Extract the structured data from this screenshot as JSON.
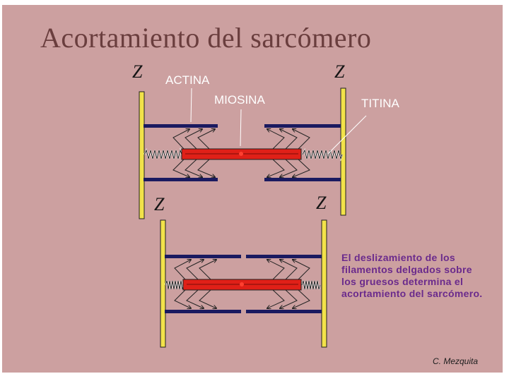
{
  "title": "Acortamiento del sarcómero",
  "corner_text": "",
  "labels": {
    "actina": "ACTINA",
    "miosina": "MIOSINA",
    "titina": "TITINA",
    "z": "Z"
  },
  "explanation": "El deslizamiento de los filamentos delgados sobre los gruesos determina el acortamiento del sarcómero.",
  "credit": "C. Mezquita",
  "colors": {
    "background": "#cca0a0",
    "title": "#6a3e3e",
    "z_disc": "#f2e24a",
    "actin": "#1a1a60",
    "myosin": "#e02018",
    "explanation_text": "#6a2a8c"
  },
  "icons": [
    "z-disc",
    "actin-filament",
    "myosin-filament",
    "titin-spring",
    "cross-bridge-arrow"
  ]
}
